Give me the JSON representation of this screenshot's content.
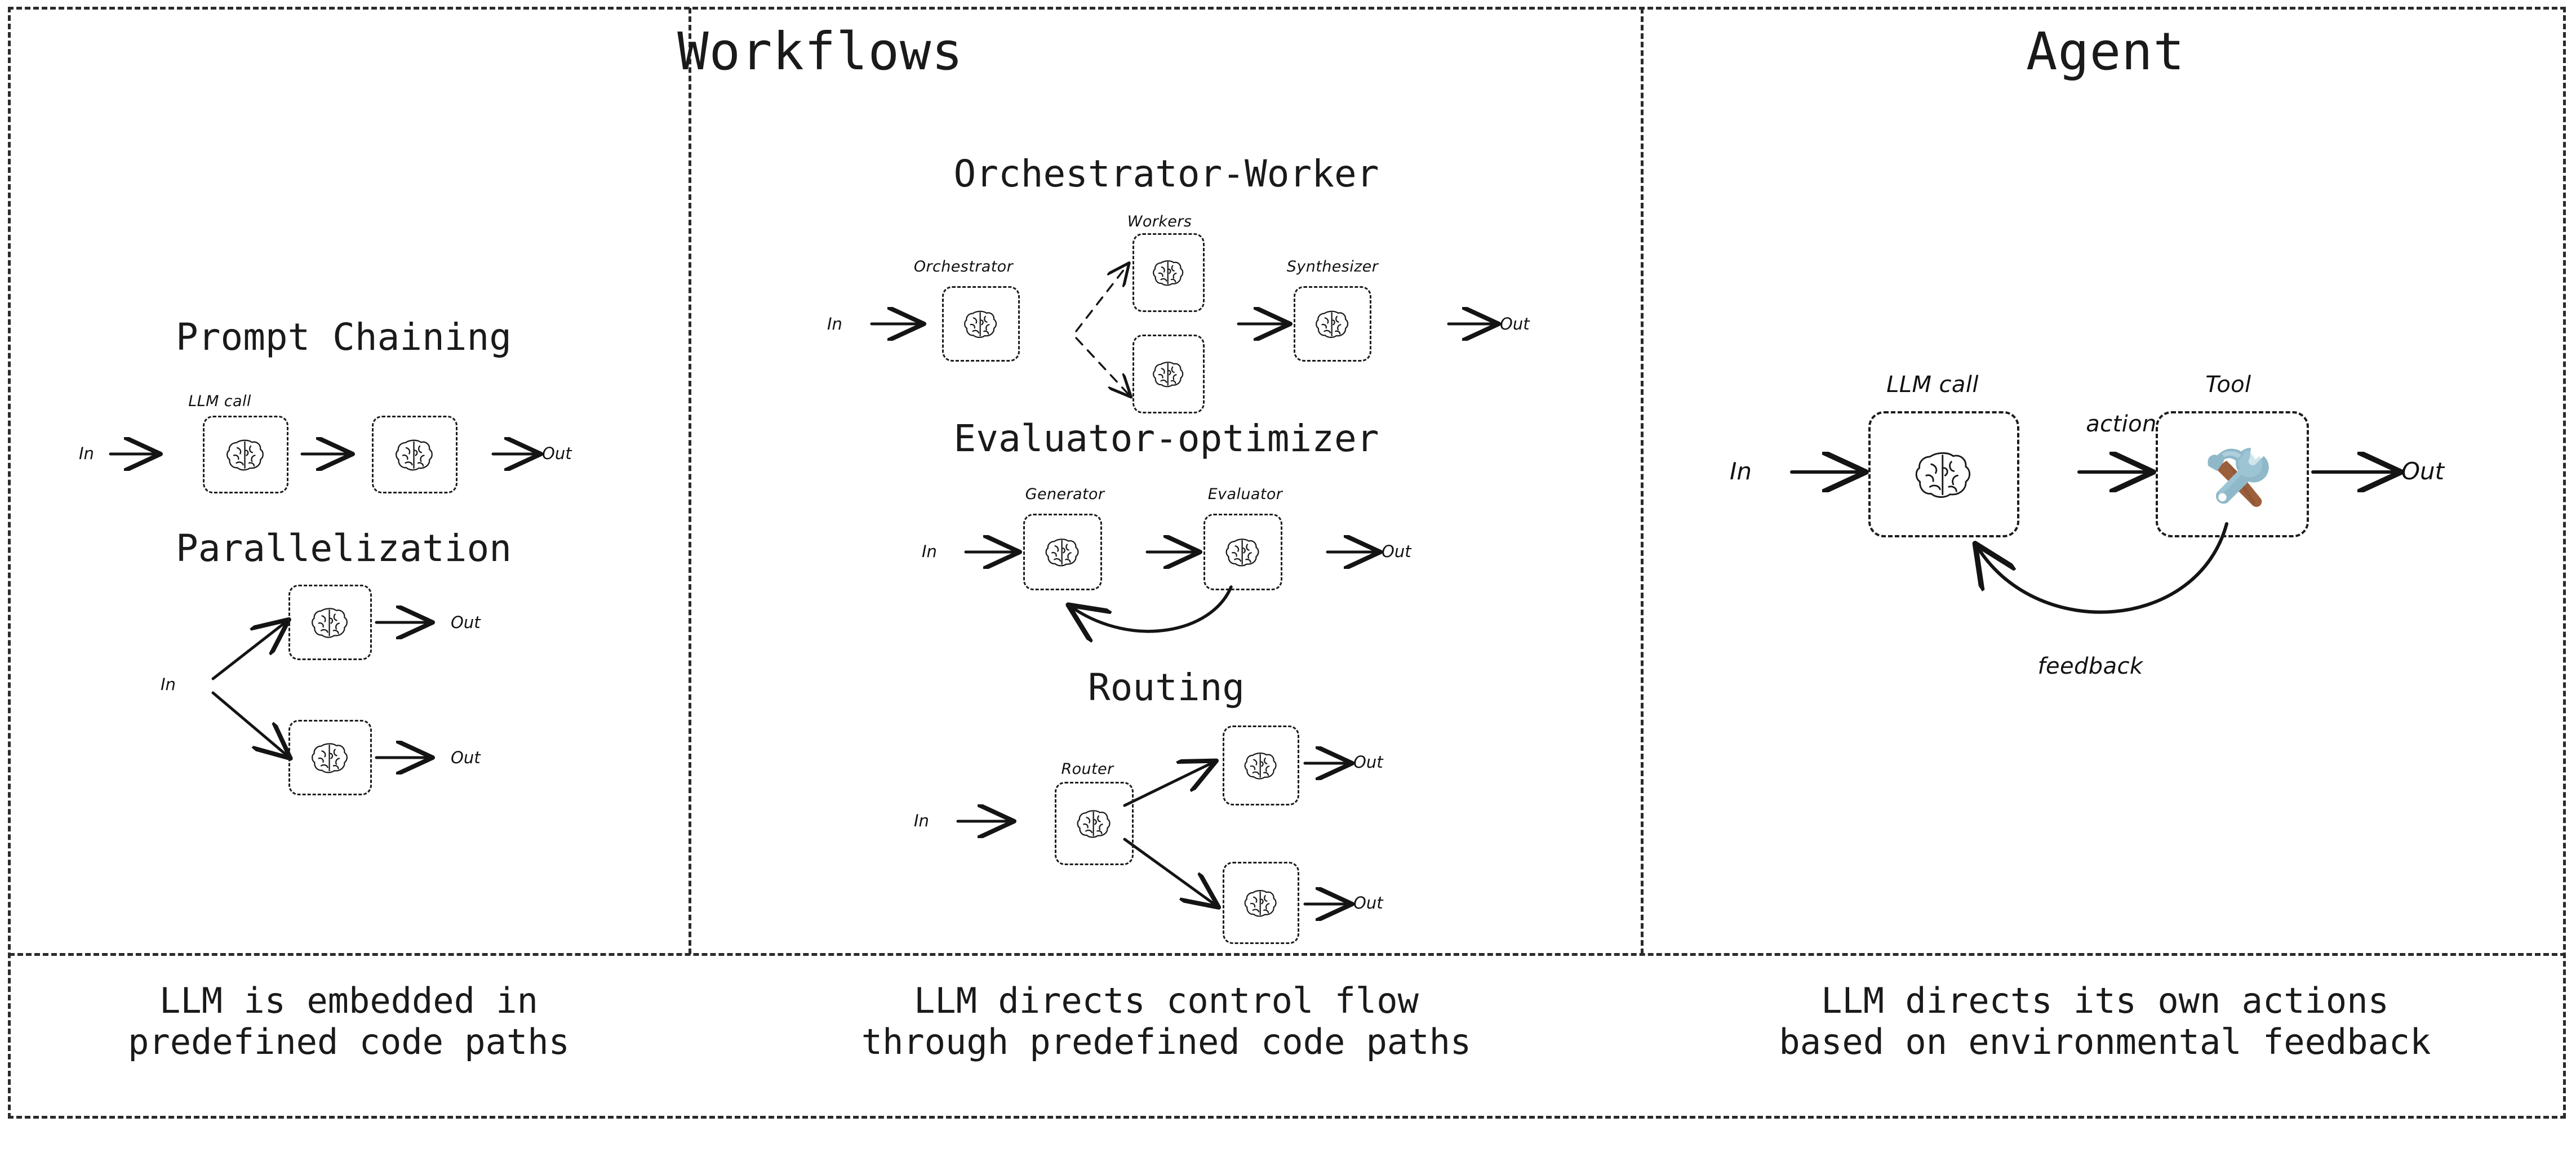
{
  "headers": {
    "workflows": "Workflows",
    "agent": "Agent"
  },
  "captions": {
    "workflows": "LLM is embedded in\npredefined code paths",
    "workflows_middle": "LLM directs control flow\nthrough predefined code paths",
    "agent": "LLM directs its own actions\nbased on environmental feedback"
  },
  "sections": {
    "prompt_chaining": {
      "title": "Prompt Chaining",
      "node_label": "LLM call",
      "in": "In",
      "out": "Out",
      "nodes": [
        "brain",
        "brain"
      ]
    },
    "parallelization": {
      "title": "Parallelization",
      "in": "In",
      "out_top": "Out",
      "out_bottom": "Out",
      "nodes": [
        "brain",
        "brain"
      ]
    },
    "orchestrator_worker": {
      "title": "Orchestrator-Worker",
      "workers_label": "Workers",
      "orchestrator_label": "Orchestrator",
      "synthesizer_label": "Synthesizer",
      "in": "In",
      "out": "Out",
      "nodes": [
        "brain",
        "brain",
        "brain",
        "brain"
      ]
    },
    "evaluator_optimizer": {
      "title": "Evaluator-optimizer",
      "generator_label": "Generator",
      "evaluator_label": "Evaluator",
      "in": "In",
      "out": "Out",
      "nodes": [
        "brain",
        "brain"
      ]
    },
    "routing": {
      "title": "Routing",
      "router_label": "Router",
      "in": "In",
      "out_top": "Out",
      "out_bottom": "Out",
      "nodes": [
        "brain",
        "brain",
        "brain"
      ]
    },
    "agent": {
      "llm_call_label": "LLM call",
      "tool_label": "Tool",
      "action_label": "action",
      "feedback_label": "feedback",
      "in": "In",
      "out": "Out",
      "nodes": [
        "brain",
        "tool"
      ]
    }
  },
  "icons": {
    "brain": "brain-icon",
    "tool": "hammer-and-wrench-icon"
  },
  "colors": {
    "ink": "#1a1a1a",
    "border": "#2a2a2a",
    "tool_metal": "#8fb9c9",
    "tool_handle": "#9c5f3c"
  }
}
